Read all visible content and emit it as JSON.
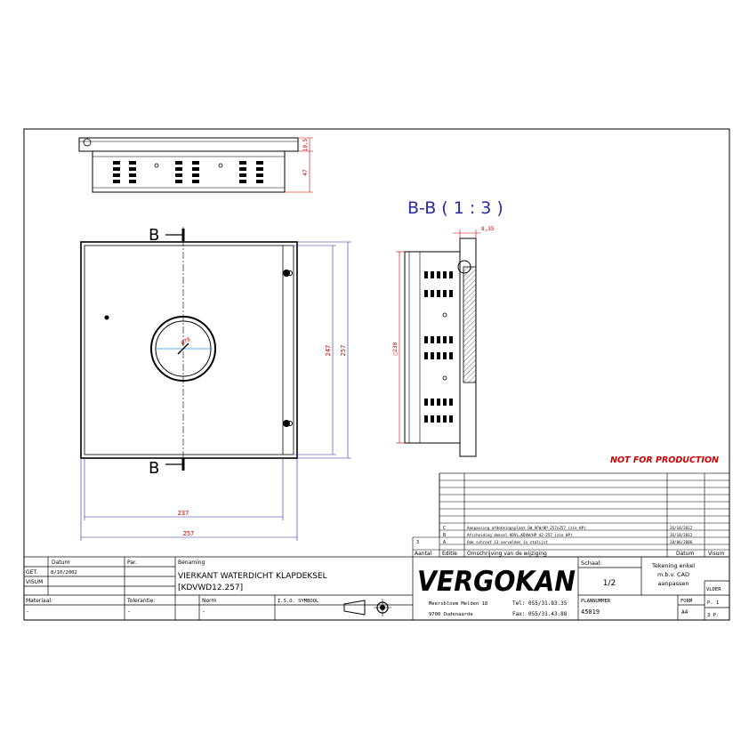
{
  "section_view": {
    "title": "B-B  ( 1 : 3 )",
    "dim_depth": "8,35",
    "dim_height": "□230"
  },
  "front_view": {
    "section_marker_top": "B",
    "section_marker_bottom": "B",
    "dim_diameter": "Ø78",
    "dim_width_inner": "237",
    "dim_width_outer": "257",
    "dim_height_inner": "247",
    "dim_height_outer": "257"
  },
  "top_view": {
    "dim_lip": "10,5",
    "dim_depth": "47"
  },
  "watermark": "NOT FOR PRODUCTION",
  "revisions": [
    {
      "letter": "C",
      "description": "Aanpassing afdekkingsplaat GW_AFW/HP 257x257 (zie HP)",
      "date": "26/10/2012"
    },
    {
      "letter": "B",
      "description": "Afscheiding deksel KDVL,KDVW/HP 42-257 (zie HP)",
      "date": "26/10/2012"
    },
    {
      "letter": "A",
      "description": "Ook schroef 13 vervalden in stalijst",
      "date": "28/06/2006"
    }
  ],
  "revision_header": {
    "count": "3",
    "aantal": "Aantal",
    "editie": "Editie",
    "omschrijving": "Omschrijving van de wijziging",
    "datum": "Datum",
    "visum": "Visum"
  },
  "title_block": {
    "col_datum": "Datum",
    "col_par": "Par.",
    "col_benaming": "Benaming",
    "row_get": "GET.",
    "row_visum": "VISUM",
    "get_date": "8/10/2002",
    "benaming_line1": "VIERKANT WATERDICHT KLAPDEKSEL",
    "benaming_line2": "[KDVWD12.257]",
    "materiaal_label": "Materiaal:",
    "tolerantie_label": "Tolerantie:",
    "norm_label": "Norm",
    "iso_label": "I.S.O. SYMBOOL",
    "materiaal_value": "-",
    "tolerantie_value": "-",
    "norm_value": "-",
    "company": "VERGOKAN",
    "address1": "Meersbloem Melden 18",
    "address2": "9700 Oudenaarde",
    "tel": "Tel: 055/31.83.35",
    "fax": "Fax: 055/31.43.88",
    "schaal_label": "Schaal:",
    "schaal_value": "1/2",
    "note": [
      "Tekening enkel",
      "m.b.v. CAD",
      "aanpassen"
    ],
    "planummer_label": "PLANNUMMER",
    "planummer_value": "45019",
    "form_label": "FORM",
    "form_value": "A4",
    "vlder_label": "VLDER",
    "page_label": "P. 1",
    "pages_label": "3  P."
  }
}
